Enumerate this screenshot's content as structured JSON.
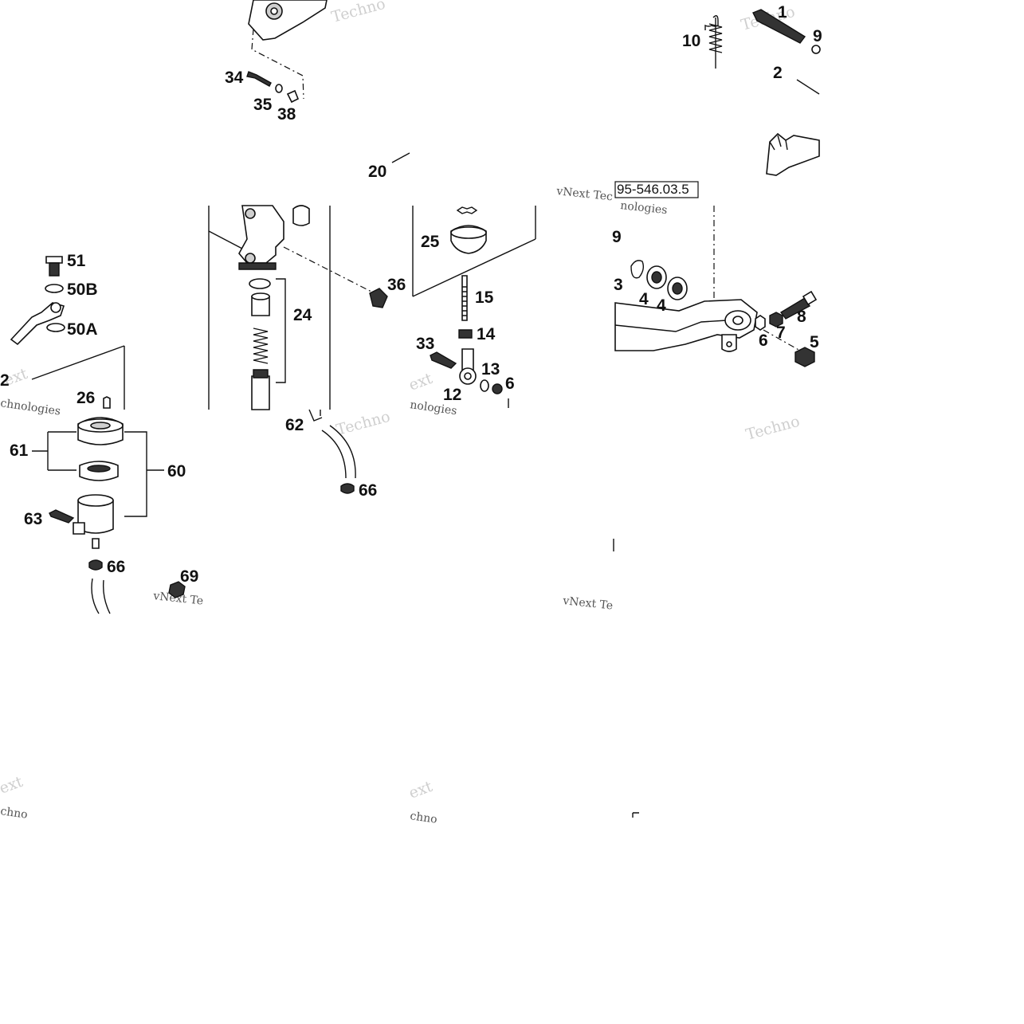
{
  "labels": {
    "l34": "34",
    "l35": "35",
    "l38": "38",
    "l20": "20",
    "l10": "10",
    "l2": "2",
    "l1": "1",
    "l51": "51",
    "l50B": "50B",
    "l50A": "50A",
    "l26": "26",
    "l22": "2",
    "l24": "24",
    "l36": "36",
    "l25": "25",
    "l15": "15",
    "l14": "14",
    "l33": "33",
    "l13": "13",
    "l12": "12",
    "l6a": "6",
    "l9": "9",
    "l3": "3",
    "l4a": "4",
    "l4b": "4",
    "l8": "8",
    "l7": "7",
    "l6b": "6",
    "l5": "5",
    "l61": "61",
    "l60": "60",
    "l63": "63",
    "l62": "62",
    "l66a": "66",
    "l66b": "66",
    "l69": "69"
  },
  "ref_code": "95-546.03.5",
  "watermarks": {
    "w1": "Techno",
    "w2": "Techno",
    "w3": "vNext Tec",
    "w4": "nologies",
    "w5": "ext",
    "w6": "chnologies",
    "w7": "ext",
    "w8": "nologies",
    "w9": "Techno",
    "w10": "Techno",
    "w11": "vNext Te",
    "w12": "vNext Te",
    "w13": "ext",
    "w14": "chno",
    "w15": "ext",
    "w16": "chno"
  }
}
